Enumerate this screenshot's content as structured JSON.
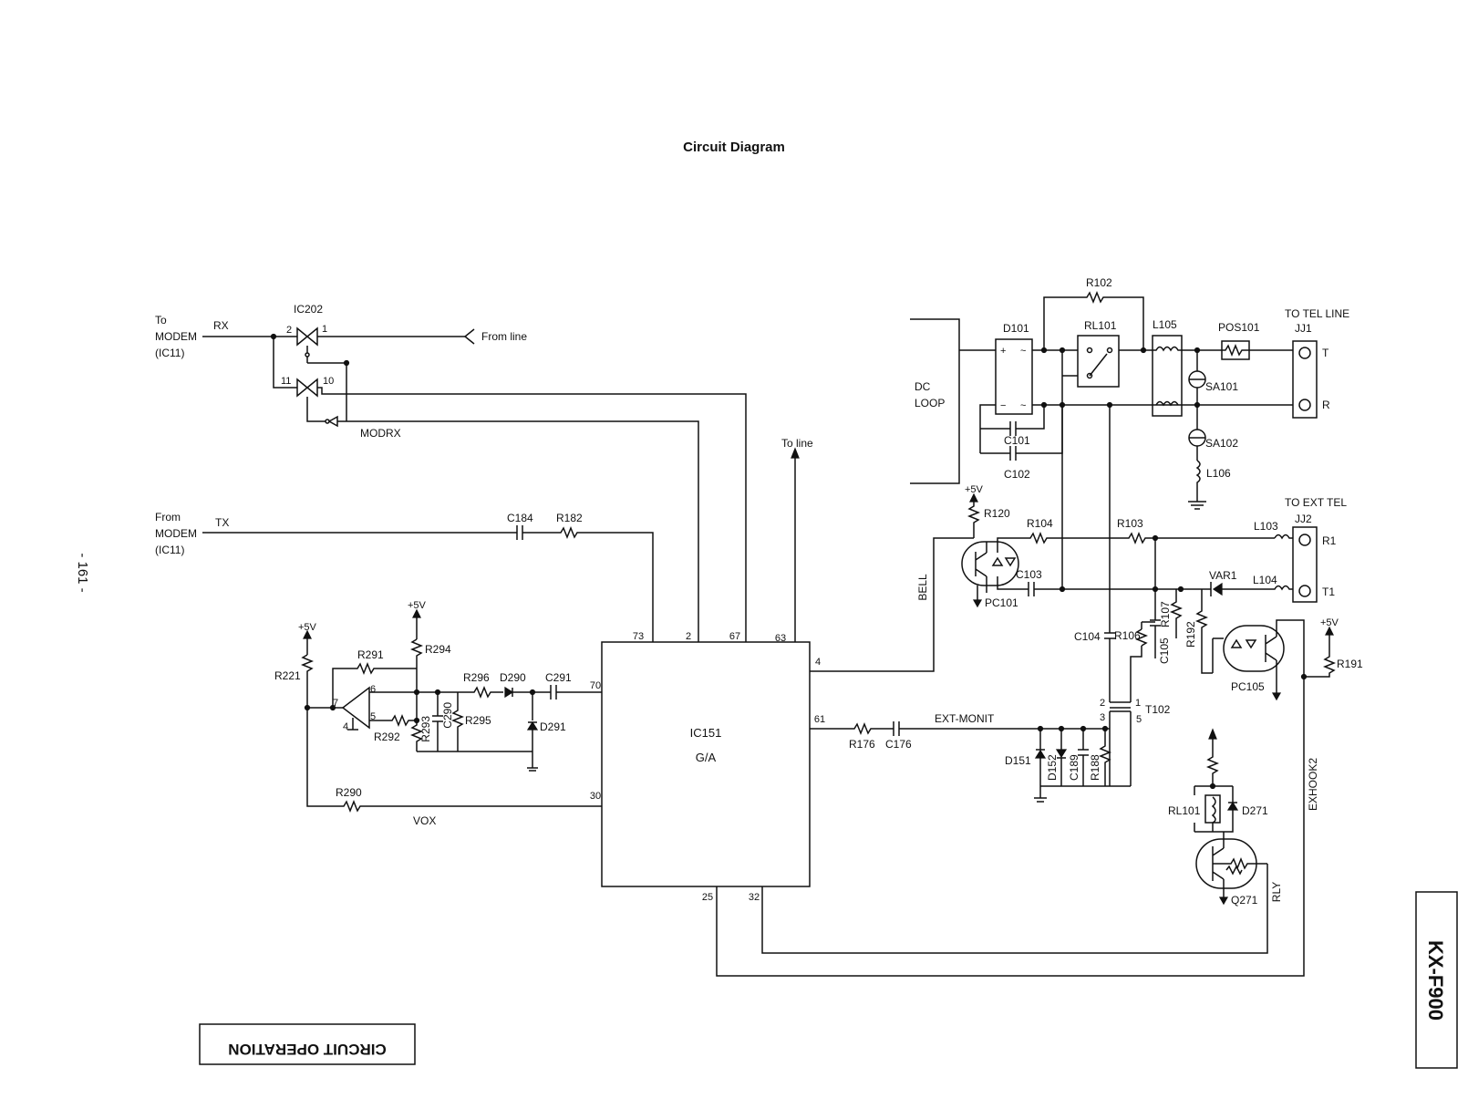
{
  "title": "Circuit Diagram",
  "page_number": "- 161 -",
  "model": "KX-F900",
  "section_label": "CIRCUIT OPERATION",
  "ic151": {
    "ref": "IC151",
    "name": "G/A"
  },
  "pins": {
    "p73": "73",
    "p2": "2",
    "p67": "67",
    "p63": "63",
    "p70": "70",
    "p30": "30",
    "p4": "4",
    "p61": "61",
    "p25": "25",
    "p32": "32"
  },
  "left_top": {
    "to_modem_1": "To",
    "to_modem_2": "MODEM",
    "to_modem_3": "(IC11)",
    "rx": "RX",
    "ic202": "IC202",
    "pin2": "2",
    "pin1": "1",
    "pin11": "11",
    "pin10": "10",
    "from_line": "From line",
    "modrx": "MODRX"
  },
  "left_mid": {
    "from_modem_1": "From",
    "from_modem_2": "MODEM",
    "from_modem_3": "(IC11)",
    "tx": "TX",
    "c184": "C184",
    "r182": "R182",
    "to_line": "To line"
  },
  "vox_section": {
    "plus5v_a": "+5V",
    "plus5v_b": "+5V",
    "r221": "R221",
    "r291": "R291",
    "r294": "R294",
    "pin6": "6",
    "pin7": "7",
    "pin5": "5",
    "pin4": "4",
    "r292": "R292",
    "r293": "R293",
    "c290": "C290",
    "r295": "R295",
    "r296": "R296",
    "d290": "D290",
    "c291": "C291",
    "d291": "D291",
    "r290": "R290",
    "vox": "VOX"
  },
  "line_section": {
    "r102": "R102",
    "d101": "D101",
    "rl101": "RL101",
    "l105": "L105",
    "pos101": "POS101",
    "to_tel_line": "TO TEL LINE",
    "jj1": "JJ1",
    "t": "T",
    "r": "R",
    "sa101": "SA101",
    "sa102": "SA102",
    "l106": "L106",
    "dc": "DC",
    "loop": "LOOP",
    "c101": "C101",
    "c102": "C102",
    "plus": "+",
    "minus": "−",
    "tilde1": "~",
    "tilde2": "~"
  },
  "bell_section": {
    "plus5v": "+5V",
    "r120": "R120",
    "r104": "R104",
    "r103": "R103",
    "l103": "L103",
    "jj2": "JJ2",
    "to_ext_tel": "TO EXT TEL",
    "r1": "R1",
    "t1": "T1",
    "bell": "BELL",
    "pc101": "PC101",
    "c103": "C103",
    "var1": "VAR1",
    "l104": "L104",
    "c104": "C104",
    "r106": "R106",
    "r107": "R107",
    "c105": "C105",
    "r192": "R192",
    "pc105": "PC105",
    "plus5v_b": "+5V",
    "r191": "R191",
    "t102": "T102",
    "t102_p1": "1",
    "t102_p2": "2",
    "t102_p3": "3",
    "t102_p5": "5"
  },
  "monitor_section": {
    "r176": "R176",
    "c176": "C176",
    "ext_monit": "EXT-MONIT",
    "d151": "D151",
    "d152": "D152",
    "c189": "C189",
    "r188": "R188",
    "exhook2": "EXHOOK2",
    "rl101": "RL101",
    "d271": "D271",
    "q271": "Q271",
    "rly": "RLY"
  }
}
